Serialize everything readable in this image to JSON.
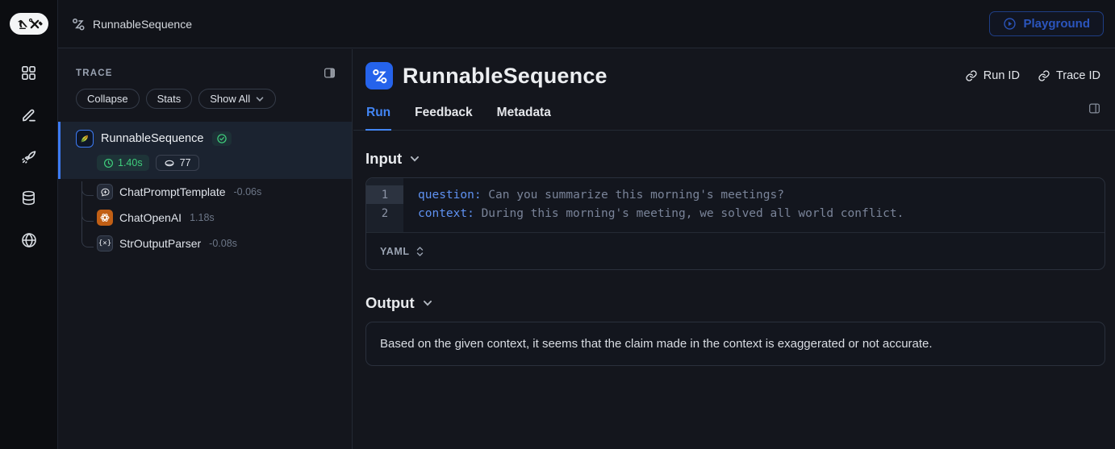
{
  "topbar": {
    "breadcrumb": "RunnableSequence",
    "playground_label": "Playground"
  },
  "rail": {
    "icons": [
      "apps-grid-icon",
      "annotate-pencil-icon",
      "rocket-icon",
      "database-icon",
      "globe-icon"
    ],
    "logo": "langsmith-bird-tools-logo"
  },
  "trace_panel": {
    "title": "TRACE",
    "buttons": {
      "collapse": "Collapse",
      "stats": "Stats",
      "show_all": "Show All"
    },
    "root": {
      "name": "RunnableSequence",
      "duration": "1.40s",
      "tokens": "77",
      "status": "success"
    },
    "children": [
      {
        "name": "ChatPromptTemplate",
        "duration": "-0.06s"
      },
      {
        "name": "ChatOpenAI",
        "duration": "1.18s"
      },
      {
        "name": "StrOutputParser",
        "duration": "-0.08s"
      }
    ]
  },
  "main": {
    "title": "RunnableSequence",
    "run_id_label": "Run ID",
    "trace_id_label": "Trace ID",
    "tabs": [
      {
        "label": "Run"
      },
      {
        "label": "Feedback"
      },
      {
        "label": "Metadata"
      }
    ],
    "input": {
      "heading": "Input",
      "format_label": "YAML",
      "lines": [
        {
          "num": "1",
          "key": "question:",
          "value": " Can you summarize this morning's meetings?"
        },
        {
          "num": "2",
          "key": "context:",
          "value": " During this morning's meeting, we solved all world conflict."
        }
      ]
    },
    "output": {
      "heading": "Output",
      "text": "Based on the given context, it seems that the claim made in the context is exaggerated or not accurate."
    }
  },
  "colors": {
    "accent_blue": "#3d7bf5",
    "success_green": "#3fce7c",
    "openai_orange": "#c15f15",
    "panel_bg": "#14161d",
    "rail_bg": "#0c0d11"
  }
}
